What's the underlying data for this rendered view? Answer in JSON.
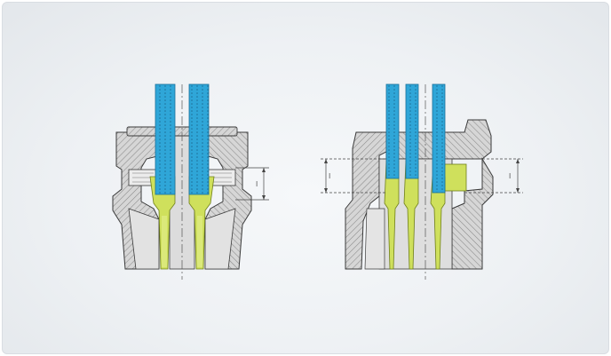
{
  "diagram": {
    "colors": {
      "background": "#eceff2",
      "housing": "#d4d4d4",
      "hatch": "#8f8f8f",
      "outline": "#3a3a3a",
      "wire": "#2fa6d8",
      "wire_dark": "#1a6f9a",
      "contact": "#cfe05c",
      "contact_dark": "#7d8f1e"
    },
    "left_connector": {
      "dimension_label": "l",
      "wires": 2
    },
    "right_connector": {
      "dimension_label_left": "l",
      "dimension_label_right": "l",
      "wires": 3
    }
  }
}
